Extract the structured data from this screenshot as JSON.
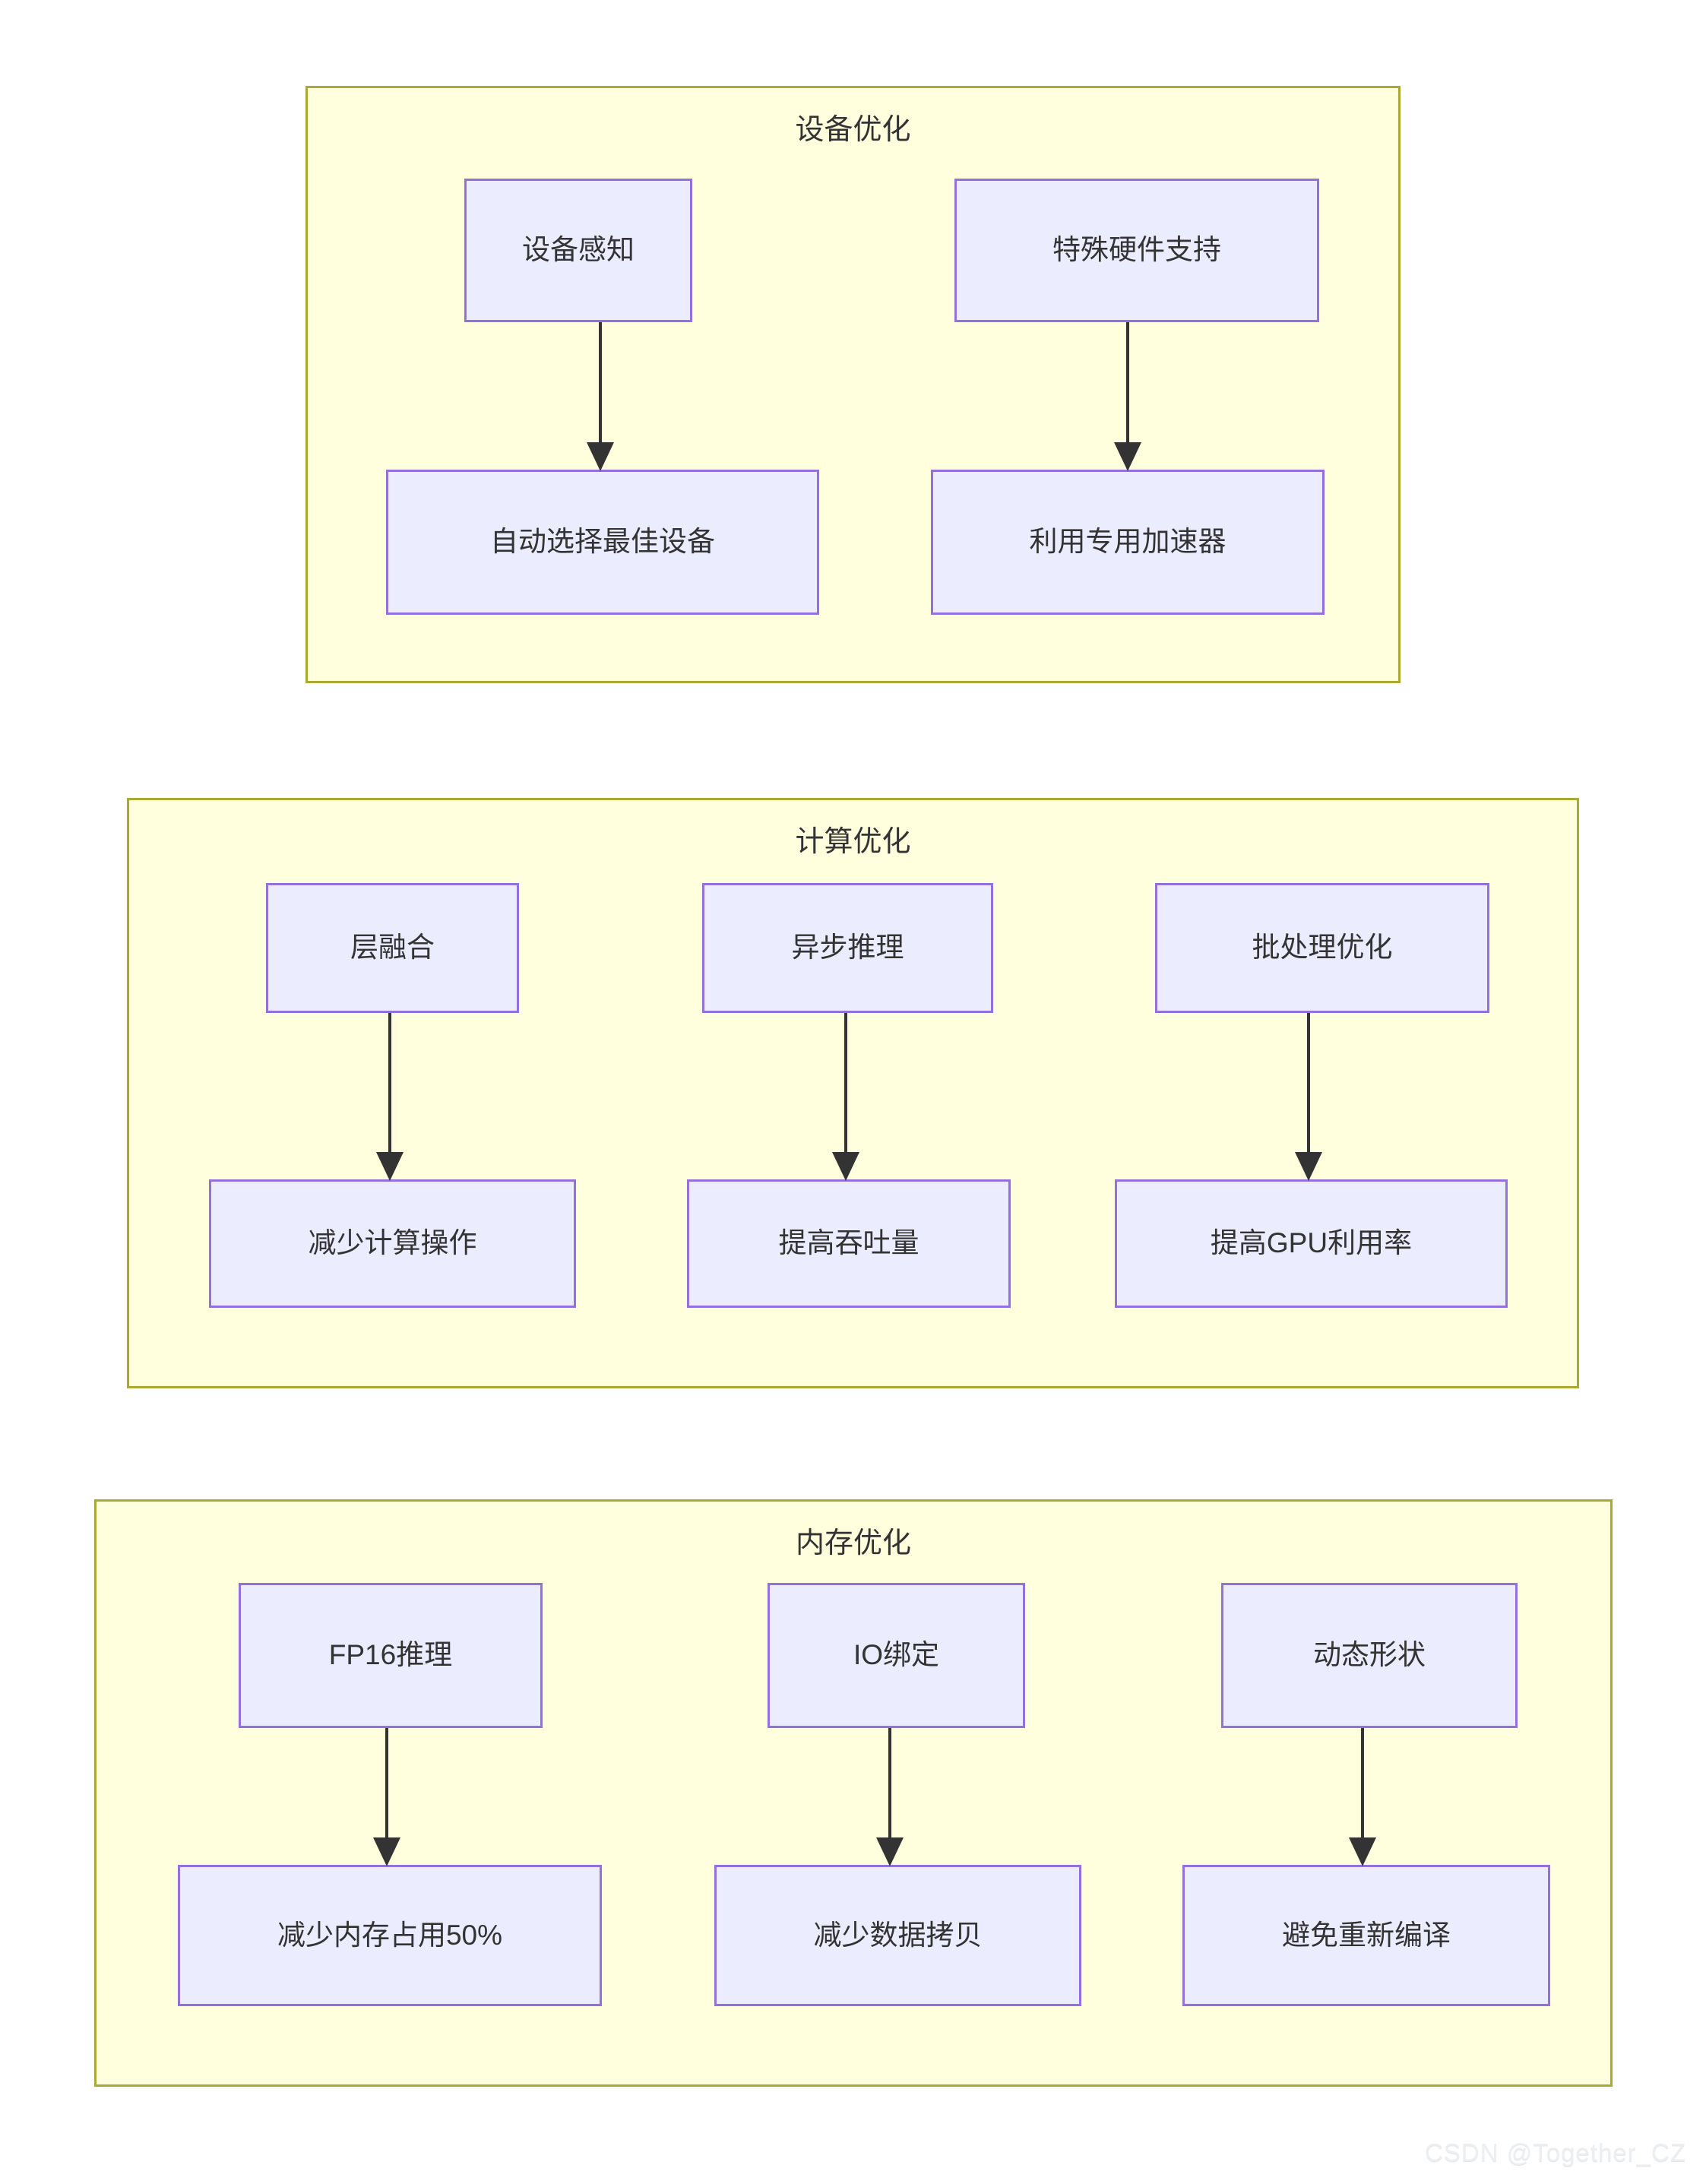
{
  "diagram": {
    "type": "flowchart",
    "title": "",
    "colors": {
      "cluster_fill": "#ffffde",
      "cluster_border": "#aaaa33",
      "node_fill": "#ececff",
      "node_border": "#9370db",
      "edge_stroke": "#333333",
      "text": "#333333",
      "background": "#ffffff"
    },
    "clusters": [
      {
        "id": "device-optimization",
        "title": "设备优化",
        "nodes": [
          {
            "id": "device-aware",
            "label": "设备感知"
          },
          {
            "id": "special-hw-support",
            "label": "特殊硬件支持"
          },
          {
            "id": "auto-select-device",
            "label": "自动选择最佳设备"
          },
          {
            "id": "use-accelerator",
            "label": "利用专用加速器"
          }
        ],
        "edges": [
          {
            "from": "device-aware",
            "to": "auto-select-device"
          },
          {
            "from": "special-hw-support",
            "to": "use-accelerator"
          }
        ]
      },
      {
        "id": "compute-optimization",
        "title": "计算优化",
        "nodes": [
          {
            "id": "layer-fusion",
            "label": "层融合"
          },
          {
            "id": "async-inference",
            "label": "异步推理"
          },
          {
            "id": "batch-optimize",
            "label": "批处理优化"
          },
          {
            "id": "reduce-compute",
            "label": "减少计算操作"
          },
          {
            "id": "raise-throughput",
            "label": "提高吞吐量"
          },
          {
            "id": "raise-gpu-util",
            "label": "提高GPU利用率"
          }
        ],
        "edges": [
          {
            "from": "layer-fusion",
            "to": "reduce-compute"
          },
          {
            "from": "async-inference",
            "to": "raise-throughput"
          },
          {
            "from": "batch-optimize",
            "to": "raise-gpu-util"
          }
        ]
      },
      {
        "id": "memory-optimization",
        "title": "内存优化",
        "nodes": [
          {
            "id": "fp16-inference",
            "label": "FP16推理"
          },
          {
            "id": "io-binding",
            "label": "IO绑定"
          },
          {
            "id": "dynamic-shape",
            "label": "动态形状"
          },
          {
            "id": "reduce-memory",
            "label": "减少内存占用50%"
          },
          {
            "id": "reduce-copy",
            "label": "减少数据拷贝"
          },
          {
            "id": "avoid-recompile",
            "label": "避免重新编译"
          }
        ],
        "edges": [
          {
            "from": "fp16-inference",
            "to": "reduce-memory"
          },
          {
            "from": "io-binding",
            "to": "reduce-copy"
          },
          {
            "from": "dynamic-shape",
            "to": "avoid-recompile"
          }
        ]
      }
    ]
  },
  "watermark": {
    "text": "CSDN @Together_CZ"
  }
}
